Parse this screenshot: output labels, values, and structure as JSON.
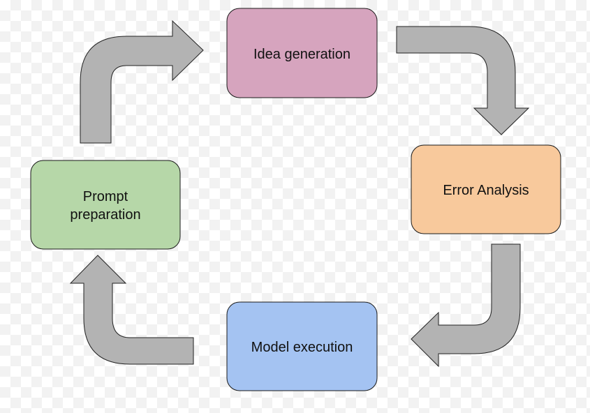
{
  "nodes": [
    {
      "id": "idea",
      "label": "Idea generation",
      "color": "#d6a4be"
    },
    {
      "id": "error",
      "label": "Error Analysis",
      "color": "#f8c99c"
    },
    {
      "id": "model",
      "label": "Model execution",
      "color": "#a4c3f2"
    },
    {
      "id": "prompt",
      "label": "Prompt preparation",
      "color": "#b6d7a8"
    }
  ],
  "arrow_color": "#b3b3b3",
  "cycle_order": [
    "idea",
    "error",
    "model",
    "prompt"
  ]
}
